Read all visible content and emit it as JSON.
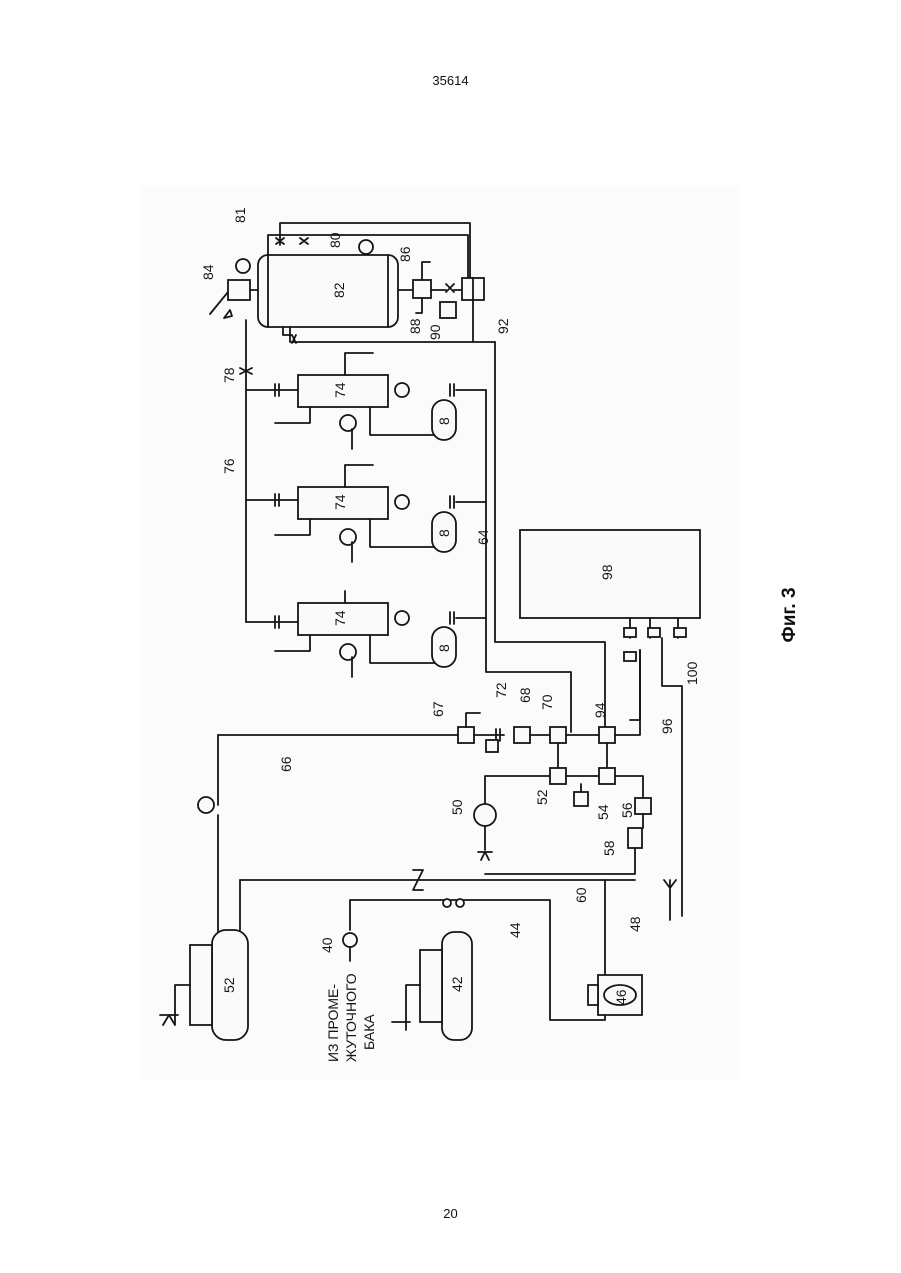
{
  "header": {
    "doc_number": "35614"
  },
  "footer": {
    "page_number": "20"
  },
  "figure": {
    "caption": "Фиг. 3"
  },
  "labels": {
    "l81": "81",
    "l80": "80",
    "l84": "84",
    "l86": "86",
    "l82": "82",
    "l88": "88",
    "l90": "90",
    "l92": "92",
    "l78": "78",
    "l76": "76",
    "l74a": "74",
    "l74b": "74",
    "l74c": "74",
    "l8a": "8",
    "l8b": "8",
    "l8c": "8",
    "l64": "64",
    "l98": "98",
    "l100": "100",
    "l72": "72",
    "l67": "67",
    "l68": "68",
    "l70": "70",
    "l94": "94",
    "l96": "96",
    "l66": "66",
    "l50": "50",
    "l52": "52",
    "l54": "54",
    "l56": "56",
    "l58": "58",
    "l60": "60",
    "l48": "48",
    "l44": "44",
    "l40": "40",
    "l42": "42",
    "l46": "46",
    "l52b": "52"
  },
  "source_note": {
    "line1": "ИЗ ПРОМЕ-",
    "line2": "ЖУТОЧНОГО",
    "line3": "БАКА"
  }
}
